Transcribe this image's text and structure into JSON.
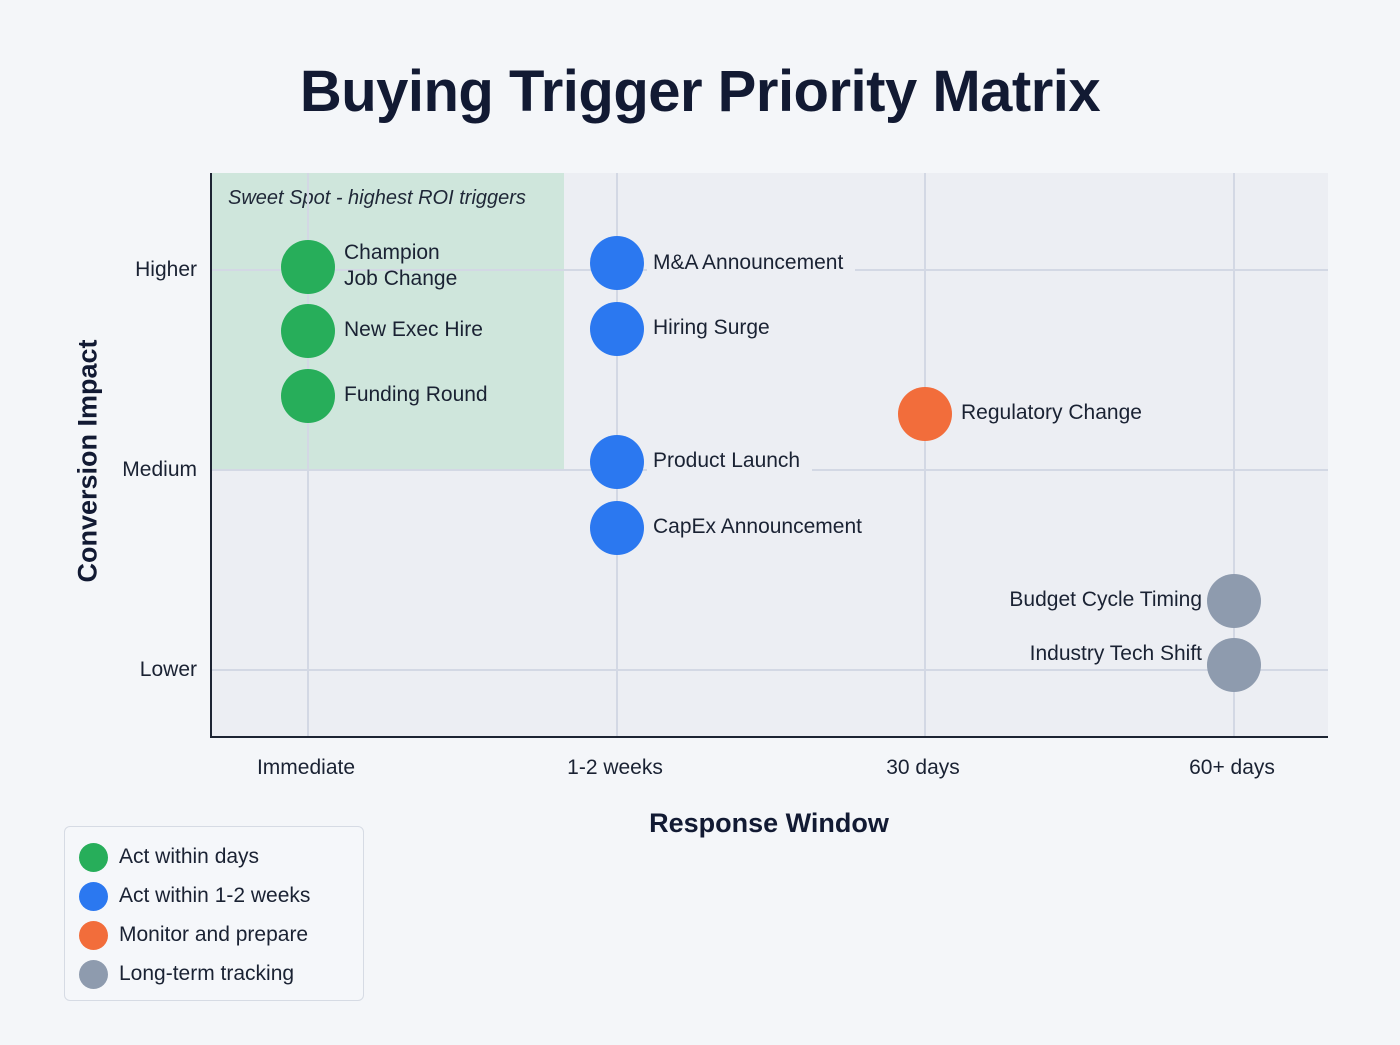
{
  "title": "Buying Trigger Priority Matrix",
  "colors": {
    "green": "#27ae5a",
    "blue": "#2b78f0",
    "orange": "#f26d3b",
    "gray": "#8e9bae"
  },
  "sweet_spot_label": "Sweet Spot - highest ROI triggers",
  "axes": {
    "x_label": "Response Window",
    "y_label": "Conversion Impact",
    "x_ticks": [
      "Immediate",
      "1-2 weeks",
      "30 days",
      "60+ days"
    ],
    "y_ticks": [
      "Higher",
      "Medium",
      "Lower"
    ]
  },
  "legend": [
    {
      "label": "Act within days",
      "color": "#27ae5a"
    },
    {
      "label": "Act within 1-2 weeks",
      "color": "#2b78f0"
    },
    {
      "label": "Monitor and prepare",
      "color": "#f26d3b"
    },
    {
      "label": "Long-term tracking",
      "color": "#8e9bae"
    }
  ],
  "points": [
    {
      "label": "Champion Job Change",
      "label_line1": "Champion",
      "label_line2": "Job Change",
      "category": "Act within days"
    },
    {
      "label": "New Exec Hire",
      "category": "Act within days"
    },
    {
      "label": "Funding Round",
      "category": "Act within days"
    },
    {
      "label": "M&A Announcement",
      "category": "Act within 1-2 weeks"
    },
    {
      "label": "Hiring Surge",
      "category": "Act within 1-2 weeks"
    },
    {
      "label": "Product Launch",
      "category": "Act within 1-2 weeks"
    },
    {
      "label": "CapEx Announcement",
      "category": "Act within 1-2 weeks"
    },
    {
      "label": "Regulatory Change",
      "category": "Monitor and prepare"
    },
    {
      "label": "Budget Cycle Timing",
      "category": "Long-term tracking"
    },
    {
      "label": "Industry Tech Shift",
      "category": "Long-term tracking"
    }
  ],
  "chart_data": {
    "type": "scatter",
    "title": "Buying Trigger Priority Matrix",
    "xlabel": "Response Window",
    "ylabel": "Conversion Impact",
    "x_categories": [
      "Immediate",
      "1-2 weeks",
      "30 days",
      "60+ days"
    ],
    "y_categories": [
      "Lower",
      "Medium",
      "Higher"
    ],
    "x_range": [
      0,
      3
    ],
    "y_range": [
      0,
      2
    ],
    "grid": true,
    "legend_position": "bottom-left",
    "annotations": [
      {
        "text": "Sweet Spot - highest ROI triggers",
        "region": "x: Immediate to 1-2 weeks (exclusive), y: Medium to Higher+"
      }
    ],
    "series": [
      {
        "name": "Act within days",
        "color": "#27ae5a",
        "points": [
          {
            "label": "Champion Job Change",
            "x": 0,
            "y": 2.0
          },
          {
            "label": "New Exec Hire",
            "x": 0,
            "y": 1.7
          },
          {
            "label": "Funding Round",
            "x": 0,
            "y": 1.37
          }
        ]
      },
      {
        "name": "Act within 1-2 weeks",
        "color": "#2b78f0",
        "points": [
          {
            "label": "M&A Announcement",
            "x": 1,
            "y": 2.03
          },
          {
            "label": "Hiring Surge",
            "x": 1,
            "y": 1.71
          },
          {
            "label": "Product Launch",
            "x": 1,
            "y": 1.04
          },
          {
            "label": "CapEx Announcement",
            "x": 1,
            "y": 0.71
          }
        ]
      },
      {
        "name": "Monitor and prepare",
        "color": "#f26d3b",
        "points": [
          {
            "label": "Regulatory Change",
            "x": 2,
            "y": 1.28
          }
        ]
      },
      {
        "name": "Long-term tracking",
        "color": "#8e9bae",
        "points": [
          {
            "label": "Budget Cycle Timing",
            "x": 3,
            "y": 0.35
          },
          {
            "label": "Industry Tech Shift",
            "x": 3,
            "y": 0.03
          }
        ]
      }
    ]
  }
}
